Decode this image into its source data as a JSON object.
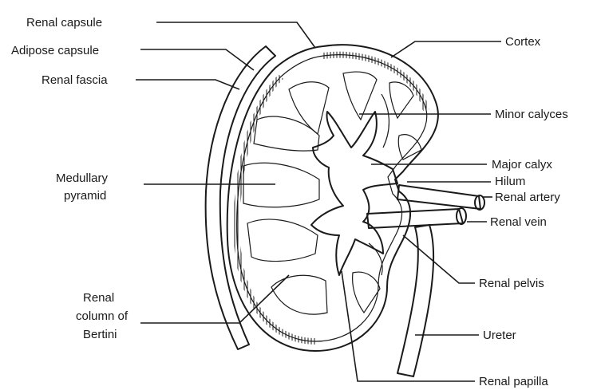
{
  "diagram": {
    "labels": {
      "renal_capsule": "Renal capsule",
      "adipose_capsule": "Adipose capsule",
      "renal_fascia": "Renal fascia",
      "medullary_pyramid_line1": "Medullary",
      "medullary_pyramid_line2": "pyramid",
      "renal_column_line1": "Renal",
      "renal_column_line2": "column of",
      "renal_column_line3": "Bertini",
      "cortex": "Cortex",
      "minor_calyces": "Minor calyces",
      "major_calyx": "Major calyx",
      "hilum": "Hilum",
      "renal_artery": "Renal artery",
      "renal_vein": "Renal vein",
      "renal_pelvis": "Renal pelvis",
      "ureter": "Ureter",
      "renal_papilla": "Renal papilla"
    }
  }
}
